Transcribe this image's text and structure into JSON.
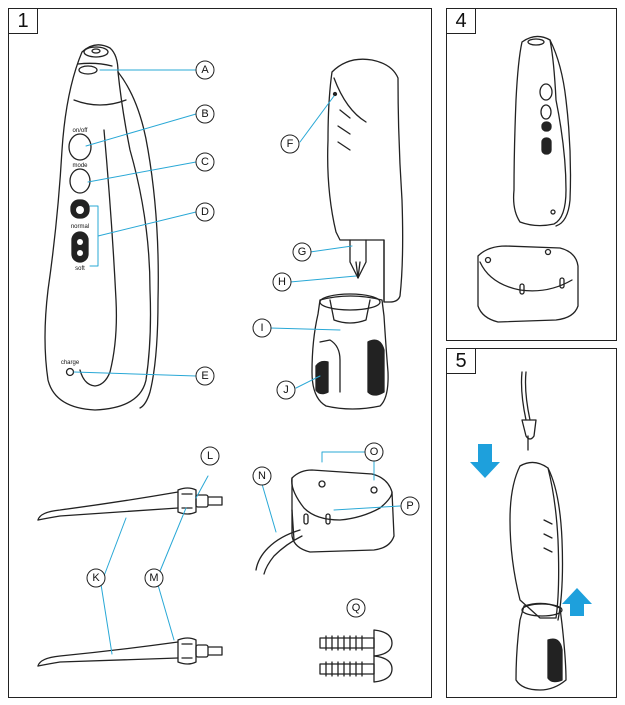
{
  "panels": [
    {
      "number": "1"
    },
    {
      "number": "4"
    },
    {
      "number": "5"
    }
  ],
  "callouts": [
    "A",
    "B",
    "C",
    "D",
    "E",
    "F",
    "G",
    "H",
    "I",
    "J",
    "K",
    "L",
    "M",
    "N",
    "O",
    "P",
    "Q"
  ],
  "device_labels": {
    "on_off": "on/off",
    "mode": "mode",
    "normal": "normal",
    "soft": "soft",
    "charge": "charge"
  },
  "colors": {
    "line": "#222222",
    "leader": "#29a8d6",
    "arrow": "#1ea0dc"
  }
}
